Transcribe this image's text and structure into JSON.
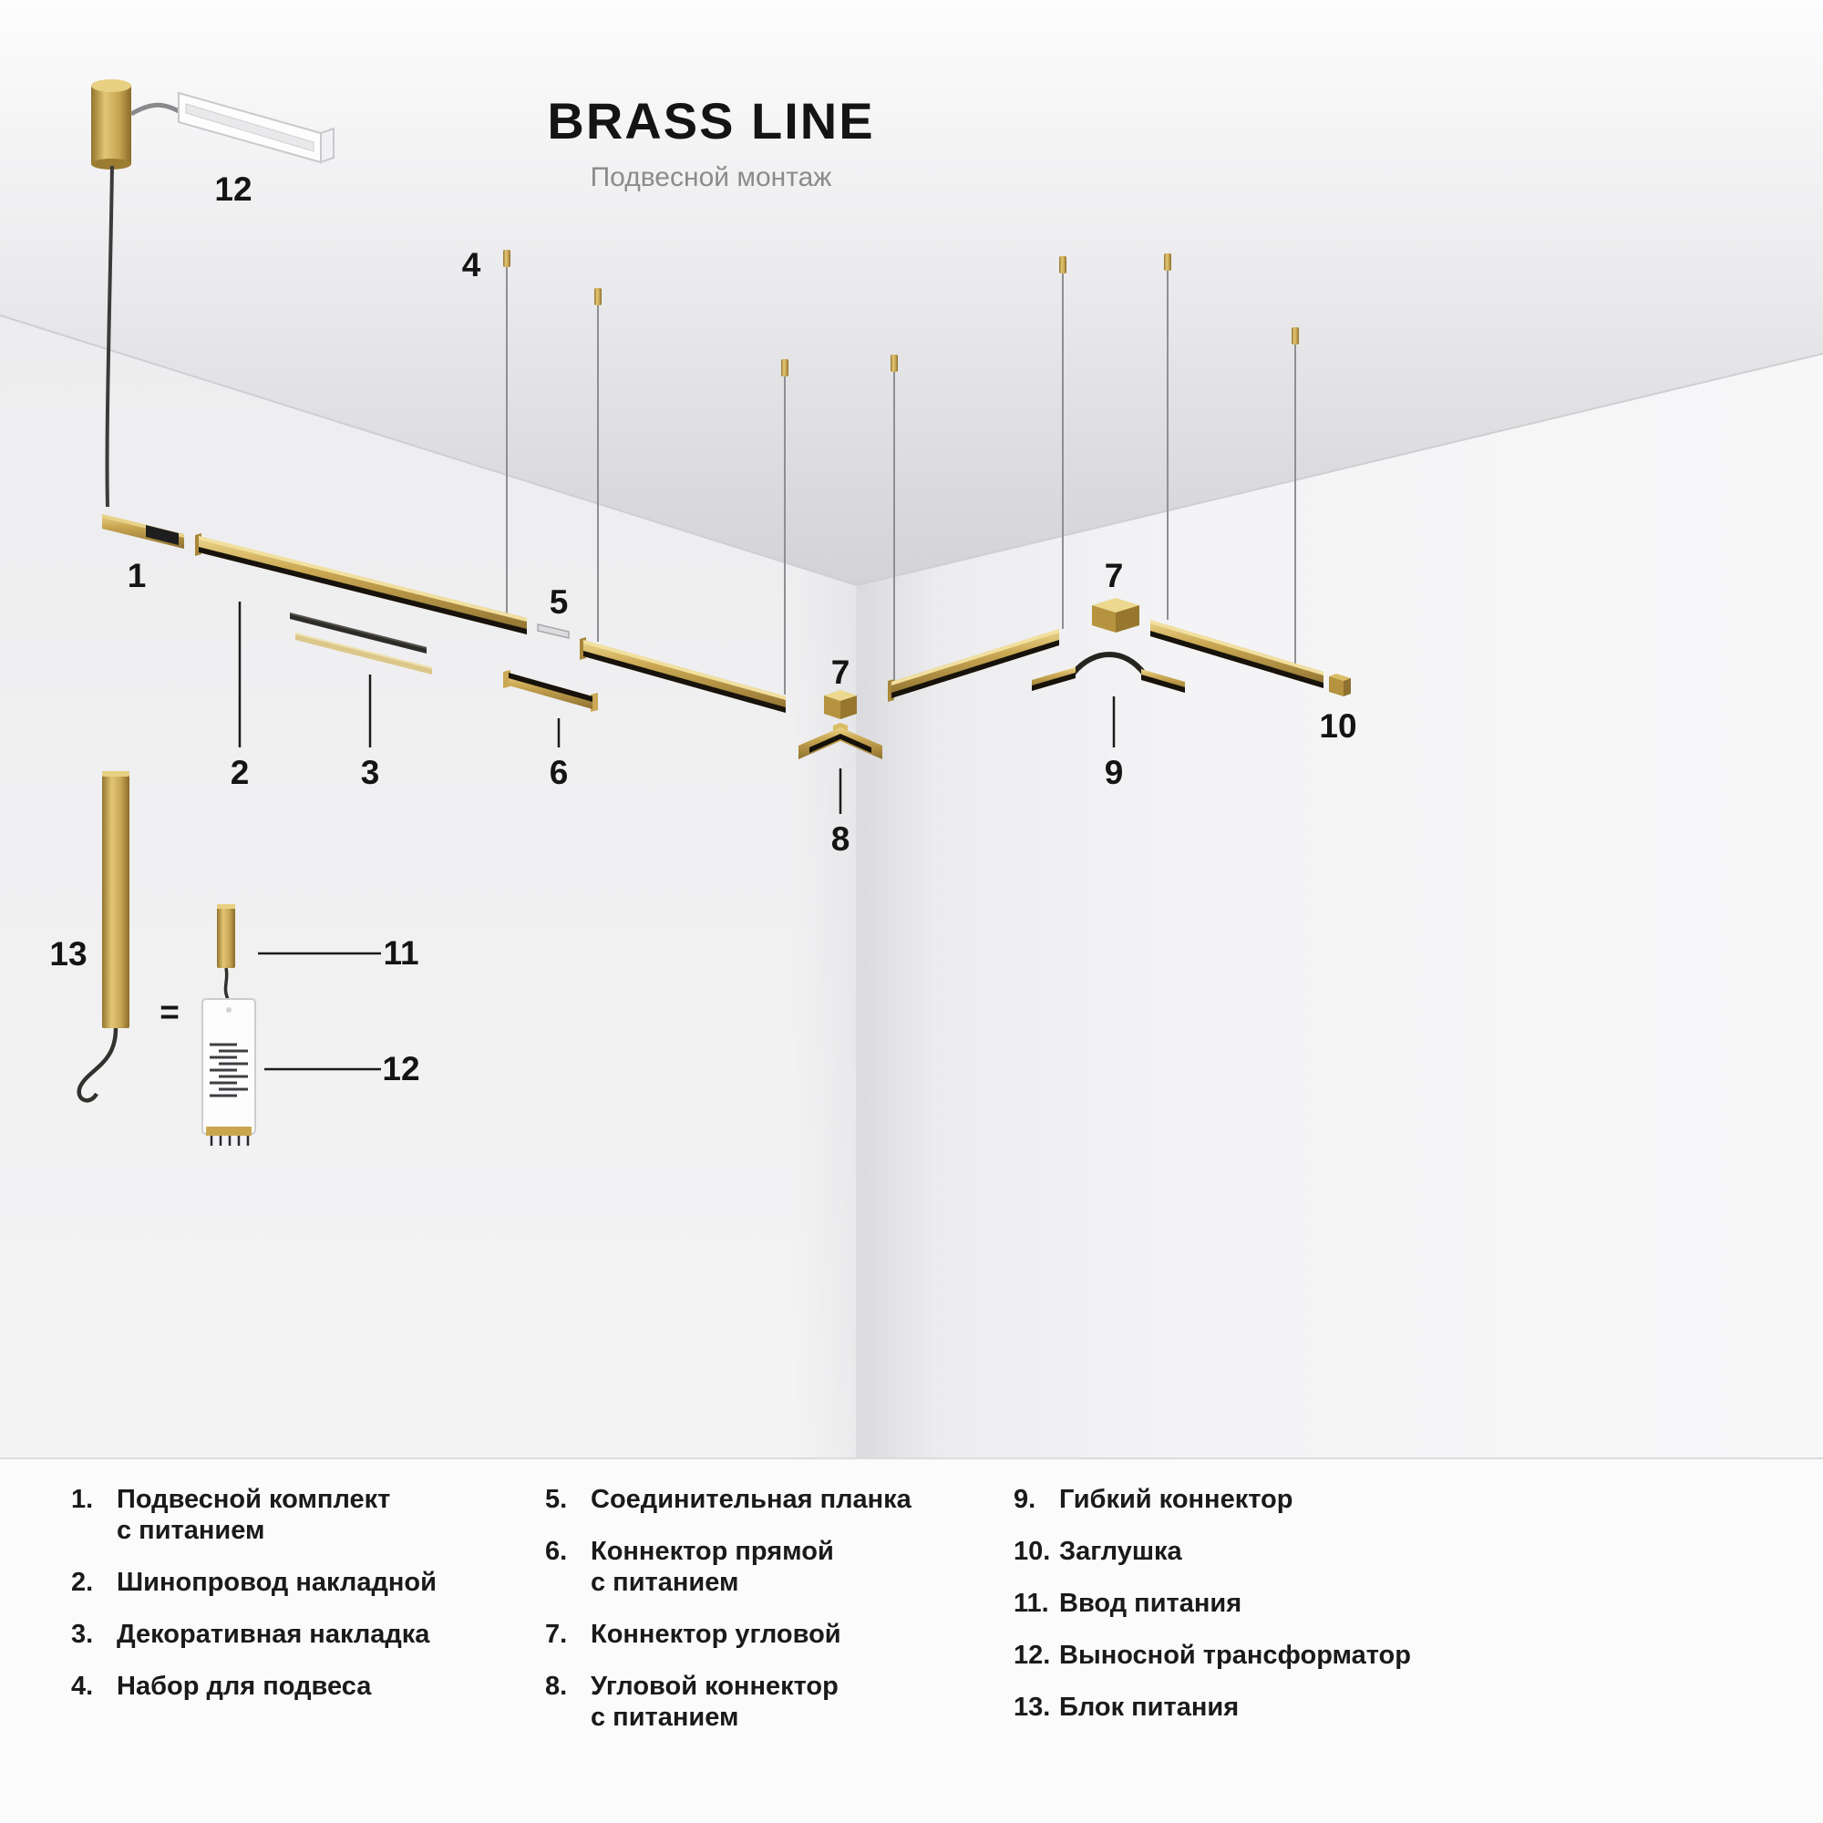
{
  "title": "BRASS LINE",
  "subtitle": "Подвесной монтаж",
  "callouts": {
    "profile12": "12",
    "item1": "1",
    "item2": "2",
    "item3": "3",
    "item4": "4",
    "item5": "5",
    "item6": "6",
    "item7_corner": "7",
    "item7_corner2": "7",
    "item8": "8",
    "item9": "9",
    "item10": "10",
    "item11": "11",
    "item12": "12",
    "item13": "13",
    "equals": "="
  },
  "legend": {
    "columns": [
      {
        "items": [
          {
            "num": "1.",
            "line1": "Подвесной комплект",
            "line2": "с питанием"
          },
          {
            "num": "2.",
            "line1": "Шинопровод накладной",
            "line2": ""
          },
          {
            "num": "3.",
            "line1": "Декоративная накладка",
            "line2": ""
          },
          {
            "num": "4.",
            "line1": "Набор для подвеса",
            "line2": ""
          }
        ]
      },
      {
        "items": [
          {
            "num": "5.",
            "line1": "Соединительная планка",
            "line2": ""
          },
          {
            "num": "6.",
            "line1": "Коннектор прямой",
            "line2": "с питанием"
          },
          {
            "num": "7.",
            "line1": "Коннектор угловой",
            "line2": ""
          },
          {
            "num": "8.",
            "line1": "Угловой коннектор",
            "line2": "с питанием"
          }
        ]
      },
      {
        "items": [
          {
            "num": "9.",
            "line1": "Гибкий коннектор",
            "line2": ""
          },
          {
            "num": "10.",
            "line1": "Заглушка",
            "line2": ""
          },
          {
            "num": "11.",
            "line1": "Ввод питания",
            "line2": ""
          },
          {
            "num": "12.",
            "line1": "Выносной трансформатор",
            "line2": ""
          },
          {
            "num": "13.",
            "line1": "Блок питания",
            "line2": ""
          }
        ]
      }
    ]
  },
  "colors": {
    "brass": "#c2a050",
    "brass_light": "#ecd48a",
    "brass_dark": "#8f7130",
    "ceiling": "#d6d6d9",
    "wall_left": "#f0f0f2",
    "wall_right": "#f4f4f6",
    "text": "#1a1a1a",
    "subtitle_gray": "#8b8b8b"
  }
}
